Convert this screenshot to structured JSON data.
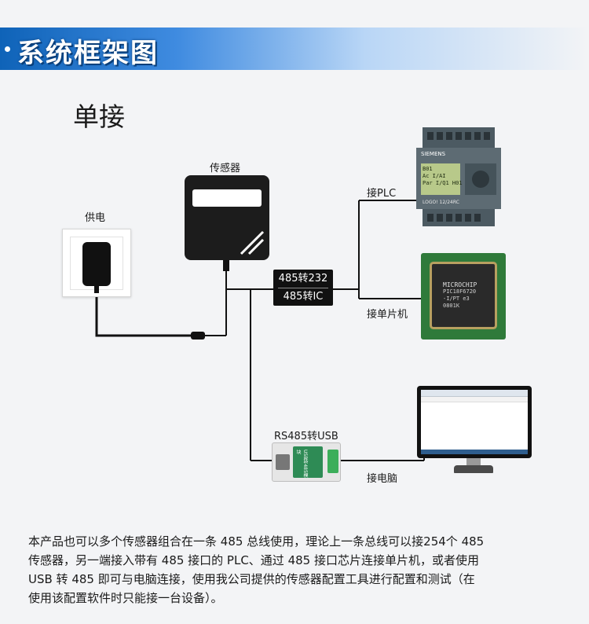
{
  "header": {
    "title": "系统框架图"
  },
  "section": {
    "title": "单接"
  },
  "labels": {
    "sensor": "传感器",
    "power": "供电",
    "plc": "接PLC",
    "mcu": "接单片机",
    "pc": "接电脑",
    "usb_converter": "RS485转USB"
  },
  "converter": {
    "line1": "485转232",
    "line2": "485转IC"
  },
  "devices": {
    "plc_brand": "SIEMENS",
    "plc_screen": [
      "B01",
      "Ac I/AI",
      "Par I/Q1 H01"
    ],
    "plc_model": "LOGO! 12/24RC",
    "mcu_brand": "MICROCHIP",
    "mcu_part": [
      "PIC18F6720",
      "-I/PT e3",
      "0801K"
    ],
    "usb_module_text": "USB转485模块"
  },
  "description": [
    "本产品也可以多个传感器组合在一条 485 总线使用，理论上一条总线可以接254个 485",
    "传感器，另一端接入带有 485 接口的 PLC、通过 485 接口芯片连接单片机，或者使用",
    "USB 转 485 即可与电脑连接，使用我公司提供的传感器配置工具进行配置和测试（在",
    "使用该配置软件时只能接一台设备）。"
  ],
  "colors": {
    "banner": "#1f6fc8",
    "wire": "#111111",
    "mcu_board": "#2f7a3a",
    "plc_body": "#5d6b73"
  }
}
